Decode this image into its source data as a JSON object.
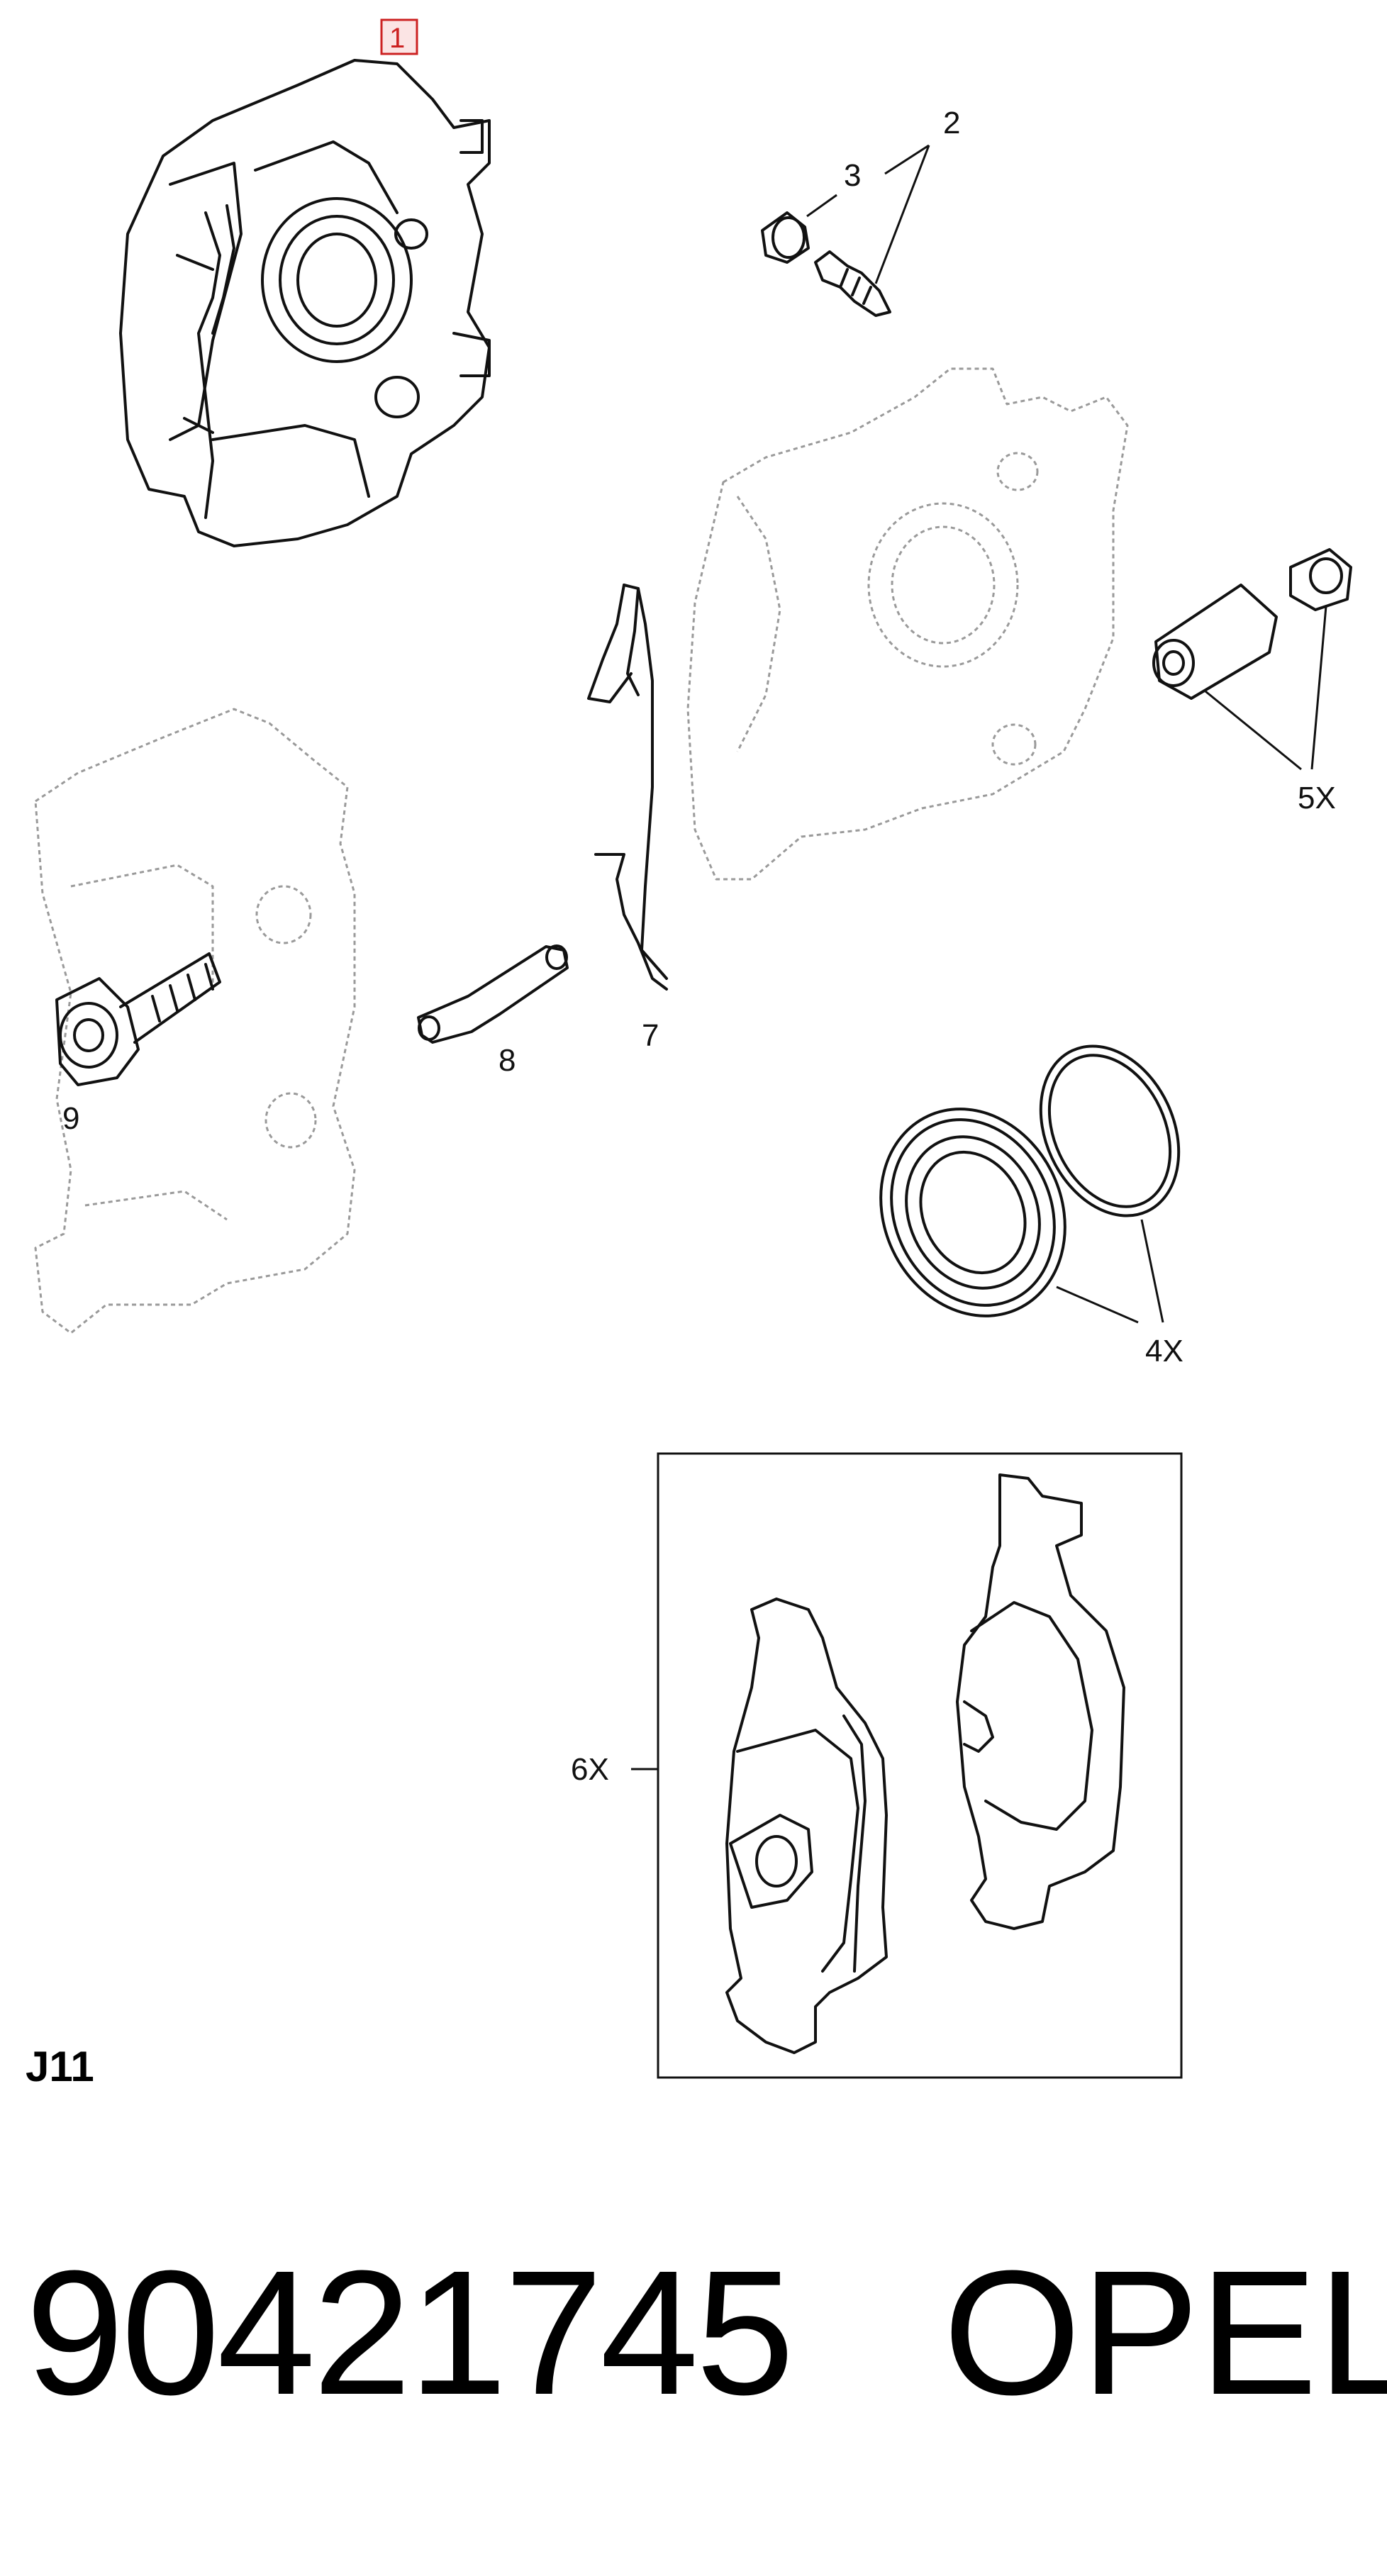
{
  "diagram": {
    "callouts": {
      "c1": "1",
      "c2": "2",
      "c3": "3",
      "c4": "4X",
      "c5": "5X",
      "c6": "6X",
      "c7": "7",
      "c8": "8",
      "c9": "9"
    },
    "section_code": "J11"
  },
  "footer": {
    "part_number": "90421745",
    "brand": "OPEL"
  },
  "colors": {
    "line": "#111111",
    "ghost_line": "#9a9a9a",
    "highlight_box": "#cc2222"
  }
}
